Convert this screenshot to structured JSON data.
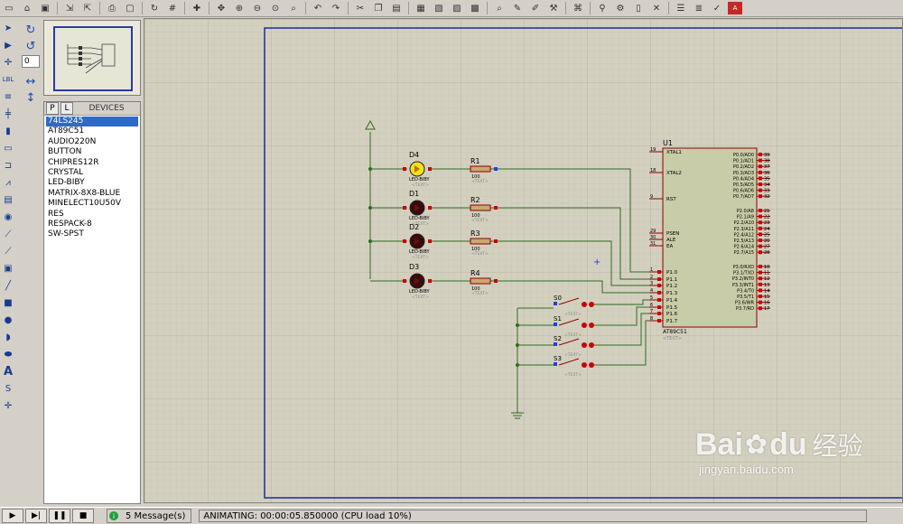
{
  "rotation": {
    "value": "0"
  },
  "devices": {
    "tab_p": "P",
    "tab_l": "L",
    "title": "DEVICES",
    "items": [
      "74LS245",
      "AT89C51",
      "AUDIO220N",
      "BUTTON",
      "CHIPRES12R",
      "CRYSTAL",
      "LED-BIBY",
      "MATRIX-8X8-BLUE",
      "MINELECT10U50V",
      "RES",
      "RESPACK-8",
      "SW-SPST"
    ]
  },
  "schematic": {
    "mcu_ref": "U1",
    "mcu_part": "AT89C51",
    "text_placeholder": "<TEXT>",
    "mcu_left_pins": [
      {
        "num": "19",
        "name": "XTAL1"
      },
      {
        "num": "18",
        "name": "XTAL2"
      },
      {
        "num": "9",
        "name": "RST"
      },
      {
        "num": "29",
        "name": "PSEN"
      },
      {
        "num": "30",
        "name": "ALE"
      },
      {
        "num": "31",
        "name": "EA"
      },
      {
        "num": "1",
        "name": "P1.0"
      },
      {
        "num": "2",
        "name": "P1.1"
      },
      {
        "num": "3",
        "name": "P1.2"
      },
      {
        "num": "4",
        "name": "P1.3"
      },
      {
        "num": "5",
        "name": "P1.4"
      },
      {
        "num": "6",
        "name": "P1.5"
      },
      {
        "num": "7",
        "name": "P1.6"
      },
      {
        "num": "8",
        "name": "P1.7"
      }
    ],
    "mcu_right_pins": [
      {
        "num": "39",
        "name": "P0.0/AD0"
      },
      {
        "num": "38",
        "name": "P0.1/AD1"
      },
      {
        "num": "37",
        "name": "P0.2/AD2"
      },
      {
        "num": "36",
        "name": "P0.3/AD3"
      },
      {
        "num": "35",
        "name": "P0.4/AD4"
      },
      {
        "num": "34",
        "name": "P0.5/AD5"
      },
      {
        "num": "33",
        "name": "P0.6/AD6"
      },
      {
        "num": "32",
        "name": "P0.7/AD7"
      },
      {
        "num": "21",
        "name": "P2.0/A8"
      },
      {
        "num": "22",
        "name": "P2.1/A9"
      },
      {
        "num": "23",
        "name": "P2.2/A10"
      },
      {
        "num": "24",
        "name": "P2.3/A11"
      },
      {
        "num": "25",
        "name": "P2.4/A12"
      },
      {
        "num": "26",
        "name": "P2.5/A13"
      },
      {
        "num": "27",
        "name": "P2.6/A14"
      },
      {
        "num": "28",
        "name": "P2.7/A15"
      },
      {
        "num": "10",
        "name": "P3.0/RXD"
      },
      {
        "num": "11",
        "name": "P3.1/TXD"
      },
      {
        "num": "12",
        "name": "P3.2/INT0"
      },
      {
        "num": "13",
        "name": "P3.3/INT1"
      },
      {
        "num": "14",
        "name": "P3.4/T0"
      },
      {
        "num": "15",
        "name": "P3.5/T1"
      },
      {
        "num": "16",
        "name": "P3.6/WR"
      },
      {
        "num": "17",
        "name": "P3.7/RD"
      }
    ],
    "leds": [
      {
        "ref": "D4",
        "part": "LED-BIBY",
        "lit": true
      },
      {
        "ref": "D1",
        "part": "LED-BIBY",
        "lit": false
      },
      {
        "ref": "D2",
        "part": "LED-BIBY",
        "lit": false
      },
      {
        "ref": "D3",
        "part": "LED-BIBY",
        "lit": false
      }
    ],
    "resistors": [
      {
        "ref": "R1",
        "value": "100"
      },
      {
        "ref": "R2",
        "value": "100"
      },
      {
        "ref": "R3",
        "value": "100"
      },
      {
        "ref": "R4",
        "value": "100"
      }
    ],
    "switches": [
      {
        "ref": "S0"
      },
      {
        "ref": "S1"
      },
      {
        "ref": "S2"
      },
      {
        "ref": "S3"
      }
    ]
  },
  "status": {
    "messages": "5 Message(s)",
    "animating": "ANIMATING: 00:00:05.850000 (CPU load 10%)"
  },
  "watermark": {
    "brand": "Bai",
    "brand2": "du",
    "cn": "经验",
    "url": "jingyan.baidu.com"
  },
  "colors": {
    "wire": "#2f6b1f",
    "component": "#8b0000",
    "led_lit": "#f4e020",
    "pin_red": "#cc0000",
    "border_blue": "#1d2b9c"
  }
}
